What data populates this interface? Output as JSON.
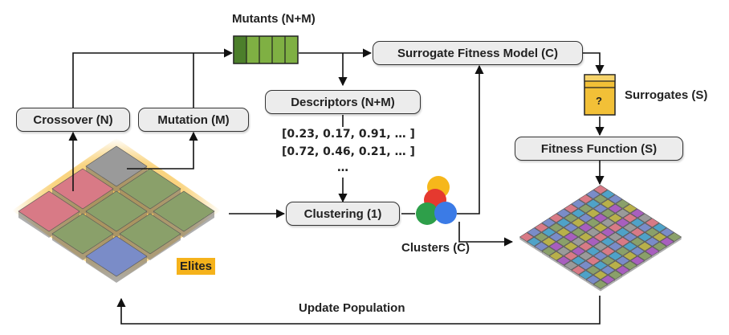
{
  "nodes": {
    "crossover": "Crossover (N)",
    "mutation": "Mutation (M)",
    "descriptors": "Descriptors (N+M)",
    "clustering": "Clustering (1)",
    "surrogate_model": "Surrogate Fitness Model (C)",
    "fitness_function": "Fitness Function (S)"
  },
  "labels": {
    "mutants": "Mutants (N+M)",
    "surrogates": "Surrogates (S)",
    "clusters": "Clusters (C)",
    "elites": "Elites",
    "update": "Update Population",
    "surrogate_mark": "?"
  },
  "descriptor_rows": [
    "[0.23, 0.17, 0.91, … ]",
    "[0.72, 0.46, 0.21, … ]",
    "…"
  ],
  "colors": {
    "elite_glow": "#f5b21b",
    "mutant_green": "#7fb043",
    "surrogate_yellow": "#f2c037",
    "cluster_colors": [
      "#f6b71b",
      "#e5392f",
      "#2e9f4a",
      "#3b7be6"
    ],
    "tile_colors": [
      "#d87a86",
      "#8aa06a",
      "#9a9a9a",
      "#7a8cc8",
      "#a85fbe",
      "#4fa2c8",
      "#b8b04a"
    ]
  }
}
